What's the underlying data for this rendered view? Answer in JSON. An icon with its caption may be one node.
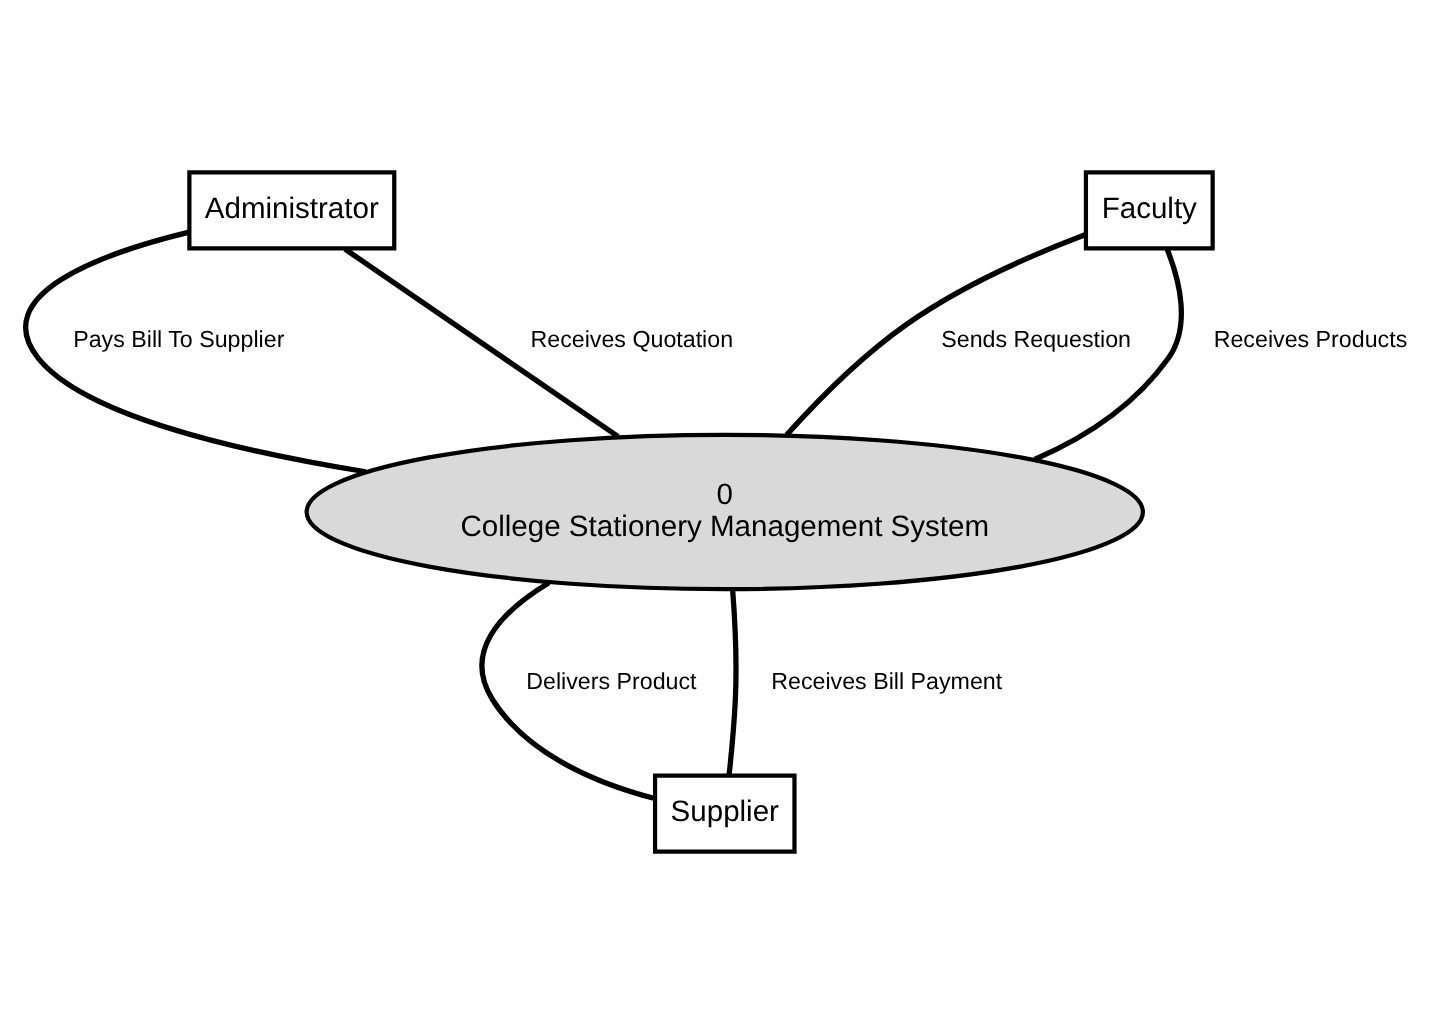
{
  "diagram": {
    "nodes": [
      {
        "text": [
          "Administrator"
        ]
      },
      {
        "text": [
          "Faculty"
        ]
      },
      {
        "text": [
          "0",
          "College Stationery Management System"
        ]
      },
      {
        "text": [
          "Supplier"
        ]
      }
    ],
    "edges": [
      {
        "from": 0,
        "to": 2,
        "label": "Pays Bill To Supplier",
        "arrow": "none"
      },
      {
        "from": 0,
        "to": 2,
        "label": "Receives Quotation",
        "arrow": "none"
      },
      {
        "from": 1,
        "to": 2,
        "label": "Sends Requestion",
        "arrow": "none"
      },
      {
        "from": 1,
        "to": 2,
        "label": "Receives Products",
        "arrow": "none"
      },
      {
        "from": 2,
        "to": 3,
        "label": "Delivers Product",
        "arrow": "none"
      },
      {
        "from": 2,
        "to": 3,
        "label": "Receives Bill Payment",
        "arrow": "none"
      }
    ]
  }
}
